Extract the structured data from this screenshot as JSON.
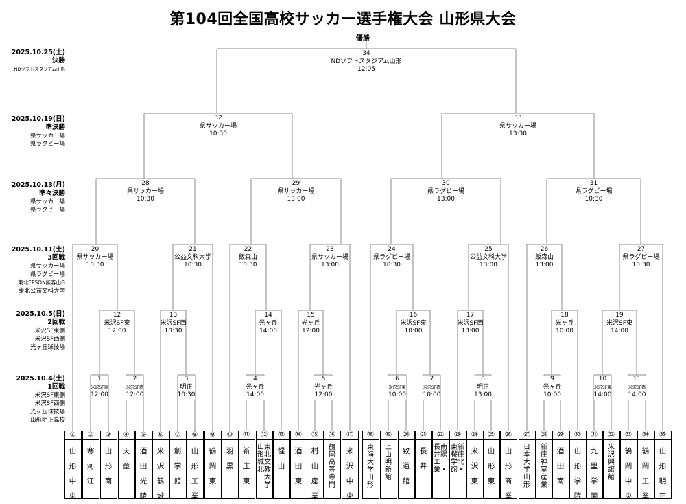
{
  "title": "第104回全国高校サッカー選手権大会 山形県大会",
  "winner_label": "優勝",
  "rounds": [
    {
      "date": "2025.10.25(土)",
      "name": "決勝",
      "venues": [
        "NDソフトスタジアム山形"
      ]
    },
    {
      "date": "2025.10.19(日)",
      "name": "準決勝",
      "venues": [
        "県サッカー場",
        "県ラグビー場"
      ]
    },
    {
      "date": "2025.10.13(月)",
      "name": "準々決勝",
      "venues": [
        "県サッカー場",
        "県ラグビー場"
      ]
    },
    {
      "date": "2025.10.11(土)",
      "name": "3回戦",
      "venues": [
        "県サッカー場",
        "県ラグビー場",
        "東北EPSON飯森山G",
        "東北公益文科大学"
      ]
    },
    {
      "date": "2025.10.5(日)",
      "name": "2回戦",
      "venues": [
        "米沢SF東側",
        "米沢SF西側",
        "光ヶ丘球技場"
      ]
    },
    {
      "date": "2025.10.4(土)",
      "name": "1回戦",
      "venues": [
        "米沢SF東側",
        "米沢SF西側",
        "光ヶ丘球技場",
        "山形明正高校"
      ]
    }
  ],
  "matches": [
    {
      "no": "34",
      "venue": "NDソフトスタジアム山形",
      "time": "12:05"
    },
    {
      "no": "32",
      "venue": "県サッカー場",
      "time": "10:30"
    },
    {
      "no": "33",
      "venue": "県サッカー場",
      "time": "13:30"
    },
    {
      "no": "28",
      "venue": "県サッカー場",
      "time": "10:30"
    },
    {
      "no": "29",
      "venue": "県サッカー場",
      "time": "13:00"
    },
    {
      "no": "30",
      "venue": "県ラグビー場",
      "time": "13:00"
    },
    {
      "no": "31",
      "venue": "県ラグビー場",
      "time": "10:30"
    },
    {
      "no": "20",
      "venue": "県サッカー場",
      "time": "10:30"
    },
    {
      "no": "21",
      "venue": "公益文科大学",
      "time": "10:30"
    },
    {
      "no": "22",
      "venue": "飯森山",
      "time": "10:30"
    },
    {
      "no": "23",
      "venue": "県サッカー場",
      "time": "13:00"
    },
    {
      "no": "24",
      "venue": "県ラグビー場",
      "time": "10:30"
    },
    {
      "no": "25",
      "venue": "公益文科大学",
      "time": "13:00"
    },
    {
      "no": "26",
      "venue": "飯森山",
      "time": "13:00"
    },
    {
      "no": "27",
      "venue": "県ラグビー場",
      "time": "10:30"
    },
    {
      "no": "12",
      "venue": "米沢SF東",
      "time": "12:00"
    },
    {
      "no": "13",
      "venue": "米沢SF西",
      "time": "10:30"
    },
    {
      "no": "14",
      "venue": "光ヶ丘",
      "time": "14:00"
    },
    {
      "no": "15",
      "venue": "光ヶ丘",
      "time": "12:00"
    },
    {
      "no": "16",
      "venue": "米沢SF東",
      "time": "10:00"
    },
    {
      "no": "17",
      "venue": "米沢SF西",
      "time": "13:00"
    },
    {
      "no": "18",
      "venue": "光ヶ丘",
      "time": "10:00"
    },
    {
      "no": "19",
      "venue": "米沢SF東",
      "time": "14:00"
    },
    {
      "no": "1",
      "venue": "米沢SF東",
      "time": "12:00"
    },
    {
      "no": "2",
      "venue": "米沢SF西",
      "time": "12:00"
    },
    {
      "no": "3",
      "venue": "明正",
      "time": "10:30"
    },
    {
      "no": "4",
      "venue": "光ヶ丘",
      "time": "14:00"
    },
    {
      "no": "5",
      "venue": "光ヶ丘",
      "time": "12:00"
    },
    {
      "no": "6",
      "venue": "米沢SF東",
      "time": "10:00"
    },
    {
      "no": "7",
      "venue": "米沢SF西",
      "time": "10:00"
    },
    {
      "no": "8",
      "venue": "明正",
      "time": "13:00"
    },
    {
      "no": "9",
      "venue": "光ヶ丘",
      "time": "10:00"
    },
    {
      "no": "10",
      "venue": "米沢SF東",
      "time": "14:00"
    },
    {
      "no": "11",
      "venue": "米沢SF西",
      "time": "14:00"
    }
  ],
  "teams": [
    {
      "seed": "①",
      "name": "山\n形\n中\n央"
    },
    {
      "seed": "②",
      "name": "寒\n河\n江"
    },
    {
      "seed": "③",
      "name": "山\n形\n南"
    },
    {
      "seed": "④",
      "name": "天\n童"
    },
    {
      "seed": "⑤",
      "name": "酒\n田\n光\n陵"
    },
    {
      "seed": "⑥",
      "name": "米\n沢\n鶴\n城"
    },
    {
      "seed": "⑦",
      "name": "創\n学\n館"
    },
    {
      "seed": "⑧",
      "name": "山\n形\n工\n業"
    },
    {
      "seed": "⑨",
      "name": "鶴\n岡\n東"
    },
    {
      "seed": "⑩",
      "name": "羽\n黒"
    },
    {
      "seed": "⑪",
      "name": "新\n庄\n東"
    },
    {
      "seed": "⑫",
      "name": "山東\n形北\n城文\n北教\n　大\n　学"
    },
    {
      "seed": "⑬",
      "name": "惺\n山"
    },
    {
      "seed": "⑭",
      "name": "酒\n田\n東"
    },
    {
      "seed": "⑮",
      "name": "村\n山\n産\n業"
    },
    {
      "seed": "⑯",
      "name": "鶴\n岡\n高\n等\n専\n門"
    },
    {
      "seed": "⑰",
      "name": "米\n沢\n中\n央"
    },
    {
      "seed": "⑱",
      "name": "東\n海\n大\n学\n山\n形"
    },
    {
      "seed": "⑲",
      "name": "上\n山\n明\n新\n館"
    },
    {
      "seed": "⑳",
      "name": "致\n道\n館"
    },
    {
      "seed": "㉑",
      "name": "長\n井"
    },
    {
      "seed": "㉒",
      "name": "長南\n井陽\n工　\n業・"
    },
    {
      "seed": "㉓",
      "name": "東新\n桜庄\n学北\n館・"
    },
    {
      "seed": "㉔",
      "name": "米\n沢\n東"
    },
    {
      "seed": "㉕",
      "name": "山\n形\n東"
    },
    {
      "seed": "㉖",
      "name": "山\n形\n商\n業"
    },
    {
      "seed": "㉗",
      "name": "日\n本\n大\n学\n山\n形"
    },
    {
      "seed": "㉘",
      "name": "新\n庄\n神\n室\n産\n業"
    },
    {
      "seed": "㉙",
      "name": "酒\n田\n南"
    },
    {
      "seed": "㉚",
      "name": "山\n形\n学\n院"
    },
    {
      "seed": "㉛",
      "name": "九\n里\n学\n園"
    },
    {
      "seed": "㉜",
      "name": "米\n沢\n興\n譲\n館"
    },
    {
      "seed": "㉝",
      "name": "鶴\n岡\n中\n央"
    },
    {
      "seed": "㉞",
      "name": "鶴\n岡\n工\n業"
    },
    {
      "seed": "㉟",
      "name": "山\n形\n明\n正"
    }
  ]
}
